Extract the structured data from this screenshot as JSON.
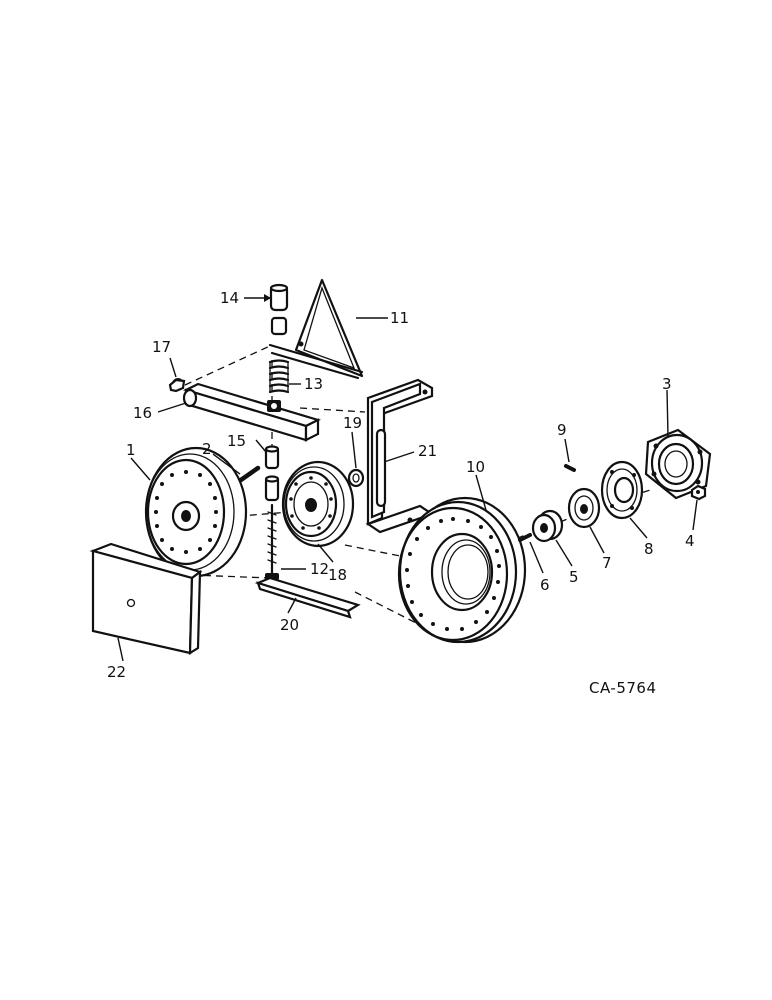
{
  "diagram": {
    "drawing_number": "CA-5764",
    "callouts": {
      "c1": "1",
      "c2": "2",
      "c3": "3",
      "c4": "4",
      "c5": "5",
      "c6": "6",
      "c7": "7",
      "c8": "8",
      "c9": "9",
      "c10": "10",
      "c11": "11",
      "c12": "12",
      "c13": "13",
      "c14": "14",
      "c15": "15",
      "c16": "16",
      "c17": "17",
      "c18": "18",
      "c19": "19",
      "c20": "20",
      "c21": "21",
      "c22": "22"
    }
  }
}
